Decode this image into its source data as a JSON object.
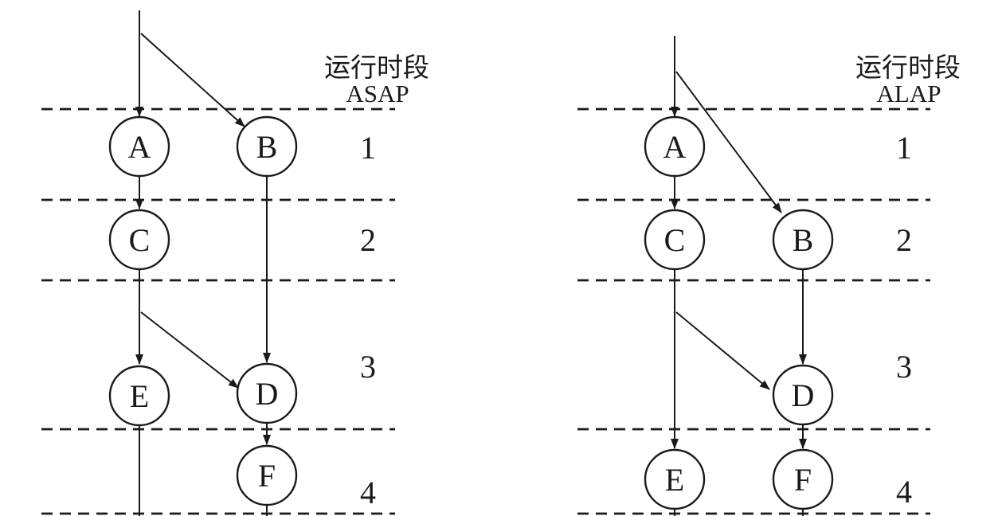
{
  "page": {
    "background": "#ffffff",
    "line_color": "#1a1a1a"
  },
  "diagrams": [
    {
      "name": "ASAP",
      "header": {
        "line1": "运行时段",
        "line2": "ASAP"
      },
      "rows": [
        "1",
        "2",
        "3",
        "4"
      ],
      "nodes": [
        {
          "label": "A",
          "slot": 1
        },
        {
          "label": "B",
          "slot": 1
        },
        {
          "label": "C",
          "slot": 2
        },
        {
          "label": "E",
          "slot": 3
        },
        {
          "label": "D",
          "slot": 3
        },
        {
          "label": "F",
          "slot": 4
        }
      ],
      "edges": [
        {
          "from": "input",
          "to": "A"
        },
        {
          "from": "input",
          "to": "B"
        },
        {
          "from": "A",
          "to": "C"
        },
        {
          "from": "B",
          "to": "D"
        },
        {
          "from": "C",
          "to": "E"
        },
        {
          "from": "C",
          "to": "D"
        },
        {
          "from": "D",
          "to": "F"
        },
        {
          "from": "E",
          "to": "out"
        },
        {
          "from": "F",
          "to": "out"
        }
      ]
    },
    {
      "name": "ALAP",
      "header": {
        "line1": "运行时段",
        "line2": "ALAP"
      },
      "rows": [
        "1",
        "2",
        "3",
        "4"
      ],
      "nodes": [
        {
          "label": "A",
          "slot": 1
        },
        {
          "label": "C",
          "slot": 2
        },
        {
          "label": "B",
          "slot": 2
        },
        {
          "label": "D",
          "slot": 3
        },
        {
          "label": "E",
          "slot": 4
        },
        {
          "label": "F",
          "slot": 4
        }
      ],
      "edges": [
        {
          "from": "input",
          "to": "A"
        },
        {
          "from": "input",
          "to": "B"
        },
        {
          "from": "A",
          "to": "C"
        },
        {
          "from": "B",
          "to": "D"
        },
        {
          "from": "C",
          "to": "E"
        },
        {
          "from": "C",
          "to": "D"
        },
        {
          "from": "D",
          "to": "F"
        },
        {
          "from": "E",
          "to": "out"
        },
        {
          "from": "F",
          "to": "out"
        }
      ]
    }
  ]
}
